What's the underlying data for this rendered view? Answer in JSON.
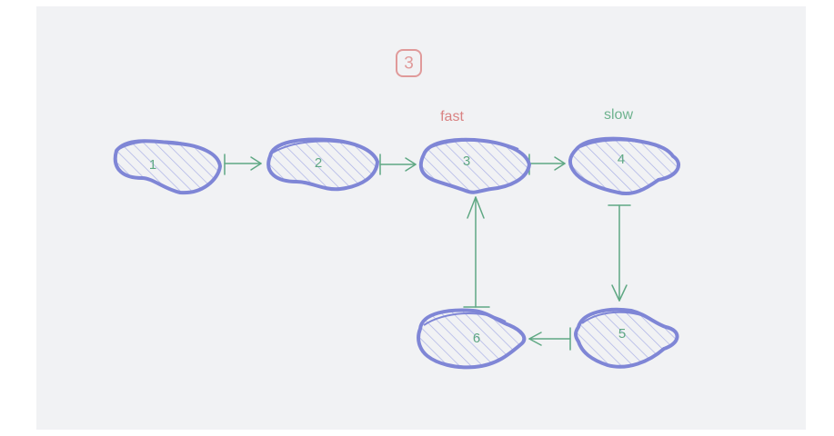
{
  "step_badge": "3",
  "nodes": [
    {
      "id": "n1",
      "label": "1"
    },
    {
      "id": "n2",
      "label": "2"
    },
    {
      "id": "n3",
      "label": "3"
    },
    {
      "id": "n4",
      "label": "4"
    },
    {
      "id": "n5",
      "label": "5"
    },
    {
      "id": "n6",
      "label": "6"
    }
  ],
  "annotations": {
    "fast": "fast",
    "slow": "slow"
  },
  "edges": [
    {
      "from": "1",
      "to": "2"
    },
    {
      "from": "2",
      "to": "3"
    },
    {
      "from": "3",
      "to": "4"
    },
    {
      "from": "4",
      "to": "5"
    },
    {
      "from": "5",
      "to": "6"
    },
    {
      "from": "6",
      "to": "3"
    }
  ],
  "colors": {
    "canvas": "#f1f2f4",
    "node_stroke": "#7f86d6",
    "node_hatch": "#aab0e6",
    "edge": "#5fa883",
    "node_text": "#5fa883",
    "fast": "#d98282",
    "slow": "#6fb38f",
    "badge": "#e09a9a"
  }
}
